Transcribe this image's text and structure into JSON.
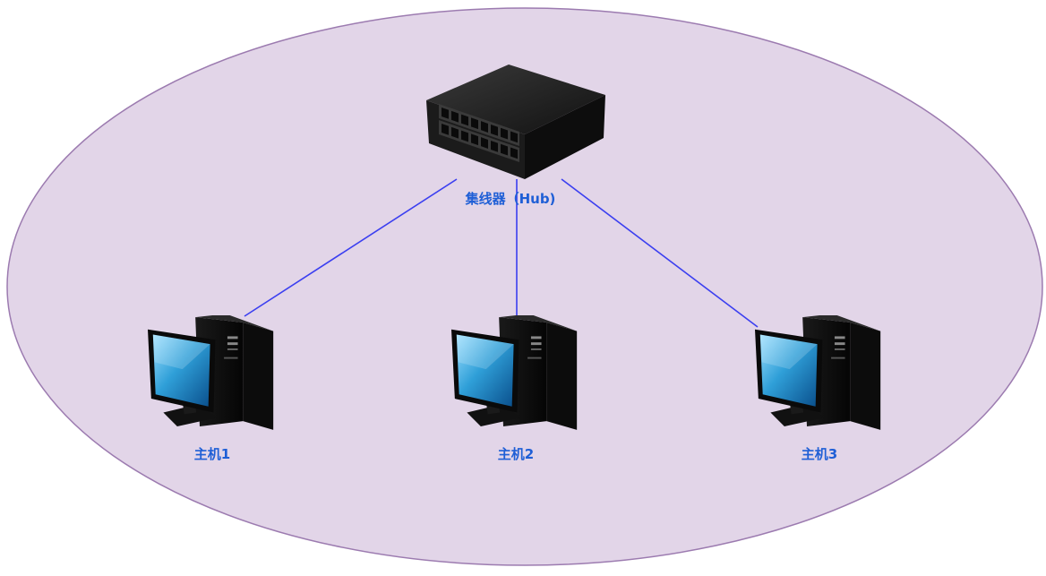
{
  "diagram": {
    "hub": {
      "label": "集线器（Hub)",
      "icon": "network-hub-icon"
    },
    "hosts": [
      {
        "label": "主机1",
        "icon": "desktop-computer-icon"
      },
      {
        "label": "主机2",
        "icon": "desktop-computer-icon"
      },
      {
        "label": "主机3",
        "icon": "desktop-computer-icon"
      }
    ],
    "colors": {
      "network_region_fill": "#e2d5e8",
      "network_region_stroke": "#9c7bb0",
      "link_color": "#3b3ff0",
      "label_color": "#1f5fd6"
    }
  }
}
